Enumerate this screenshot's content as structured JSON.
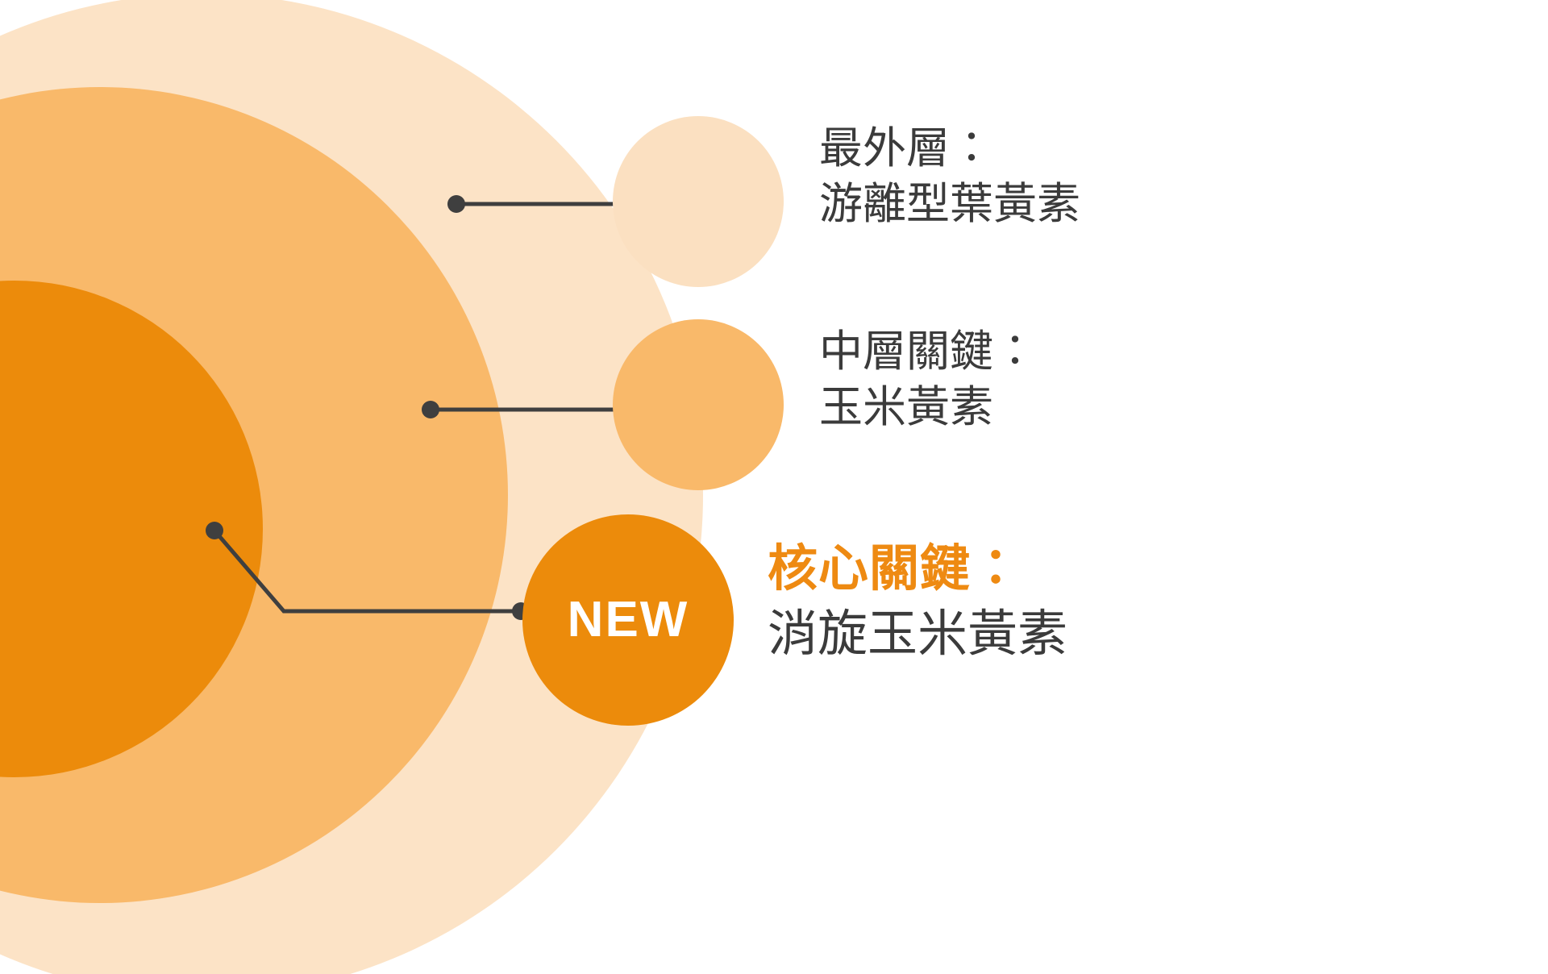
{
  "diagram": {
    "title_semantics": "concentric-layer-ingredient-infographic",
    "background_color": "#FFFFFF",
    "rings": [
      {
        "id": "outer",
        "name": "outer-ring",
        "color": "#FCE3C6"
      },
      {
        "id": "middle",
        "name": "middle-ring",
        "color": "#F9B96A"
      },
      {
        "id": "core",
        "name": "core-ring",
        "color": "#EC8B0B"
      }
    ],
    "badge": {
      "label": "NEW",
      "text_color": "#FFFFFF",
      "background_color": "#EC8B0B"
    },
    "connector_color": "#3F3F3F",
    "items": [
      {
        "id": "outer",
        "bubble_color": "#FBE0C1",
        "heading": "最外層：",
        "body": "游離型葉黃素",
        "heading_color": "#3B3B3B",
        "body_color": "#3B3B3B"
      },
      {
        "id": "middle",
        "bubble_color": "#F9B96A",
        "heading": "中層關鍵：",
        "body": "玉米黃素",
        "heading_color": "#3B3B3B",
        "body_color": "#3B3B3B"
      },
      {
        "id": "core",
        "bubble_color": "#EC8B0B",
        "heading": "核心關鍵：",
        "body": "消旋玉米黃素",
        "heading_color": "#EE8A12",
        "body_color": "#3B3B3B"
      }
    ]
  }
}
